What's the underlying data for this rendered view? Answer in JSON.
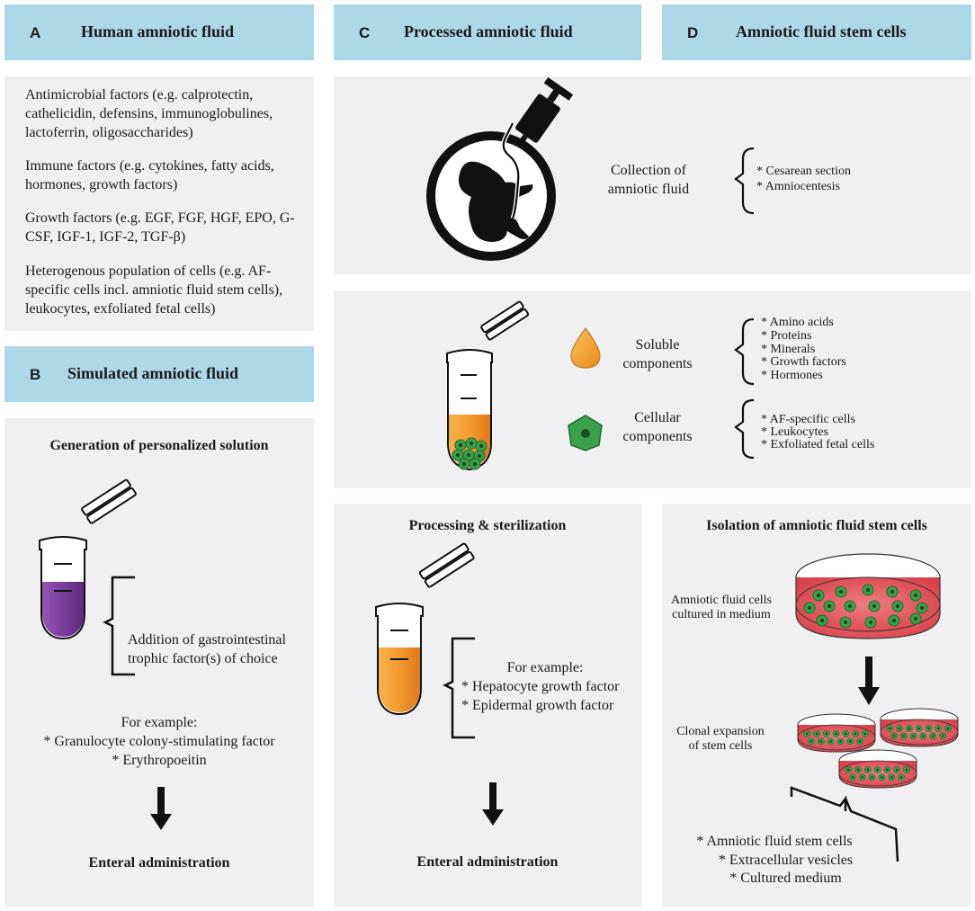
{
  "panel_a": {
    "letter": "A",
    "title": "Human amniotic fluid",
    "items": [
      "Antimicrobial factors (e.g. calprotectin, cathelicidin, defensins, immunoglobulines, lactoferrin, oligosaccharides)",
      "Immune factors (e.g. cytokines, fatty acids, hormones, growth factors)",
      "Growth factors (e.g. EGF, FGF, HGF, EPO, G-CSF, IGF-1, IGF-2, TGF-β)",
      "Heterogenous population of cells (e.g. AF-specific cells incl. amniotic fluid stem cells), leukocytes, exfoliated fetal cells)"
    ]
  },
  "panel_b": {
    "letter": "B",
    "title": "Simulated amniotic fluid",
    "subtitle": "Generation of personalized solution",
    "addition": "Addition of gastrointestinal trophic factor(s) of choice",
    "example_label": "For example:",
    "examples": [
      "* Granulocyte colony-stimulating factor",
      "* Erythropoeitin"
    ],
    "result": "Enteral administration"
  },
  "panel_c": {
    "letter": "C",
    "title": "Processed amniotic fluid",
    "collection_label": "Collection of amniotic fluid",
    "collection_items": [
      "* Cesarean section",
      "* Amniocentesis"
    ],
    "soluble_label": "Soluble components",
    "soluble_items": [
      "* Amino acids",
      "* Proteins",
      "* Minerals",
      "* Growth factors",
      "* Hormones"
    ],
    "cellular_label": "Cellular components",
    "cellular_items": [
      "* AF-specific cells",
      "* Leukocytes",
      "* Exfoliated fetal cells"
    ],
    "processing_title": "Processing & sterilization",
    "example_label": "For example:",
    "examples": [
      "* Hepatocyte growth factor",
      "* Epidermal growth factor"
    ],
    "result": "Enteral administration"
  },
  "panel_d": {
    "letter": "D",
    "title": "Amniotic fluid stem cells",
    "isolation_title": "Isolation of amniotic fluid stem cells",
    "culture_label": "Amniotic fluid cells cultured in medium",
    "clonal_label": "Clonal expansion of stem cells",
    "results": [
      "* Amniotic fluid stem cells",
      "* Extracellular vesicles",
      "* Cultured medium"
    ]
  },
  "colors": {
    "header": "#add8e8",
    "panel": "#f0f0f2",
    "purple_fluid": "#7a3e9a",
    "orange_fluid": "#f39a2e",
    "dish_medium": "#e8585e",
    "cell_green": "#3aa14a"
  },
  "icons": [
    "fetus-syringe-icon",
    "tube-purple-icon",
    "tube-orange-icon",
    "tube-cells-icon",
    "droplet-icon",
    "cell-icon",
    "culture-dish-icon",
    "down-arrow-icon",
    "brace-icon"
  ]
}
